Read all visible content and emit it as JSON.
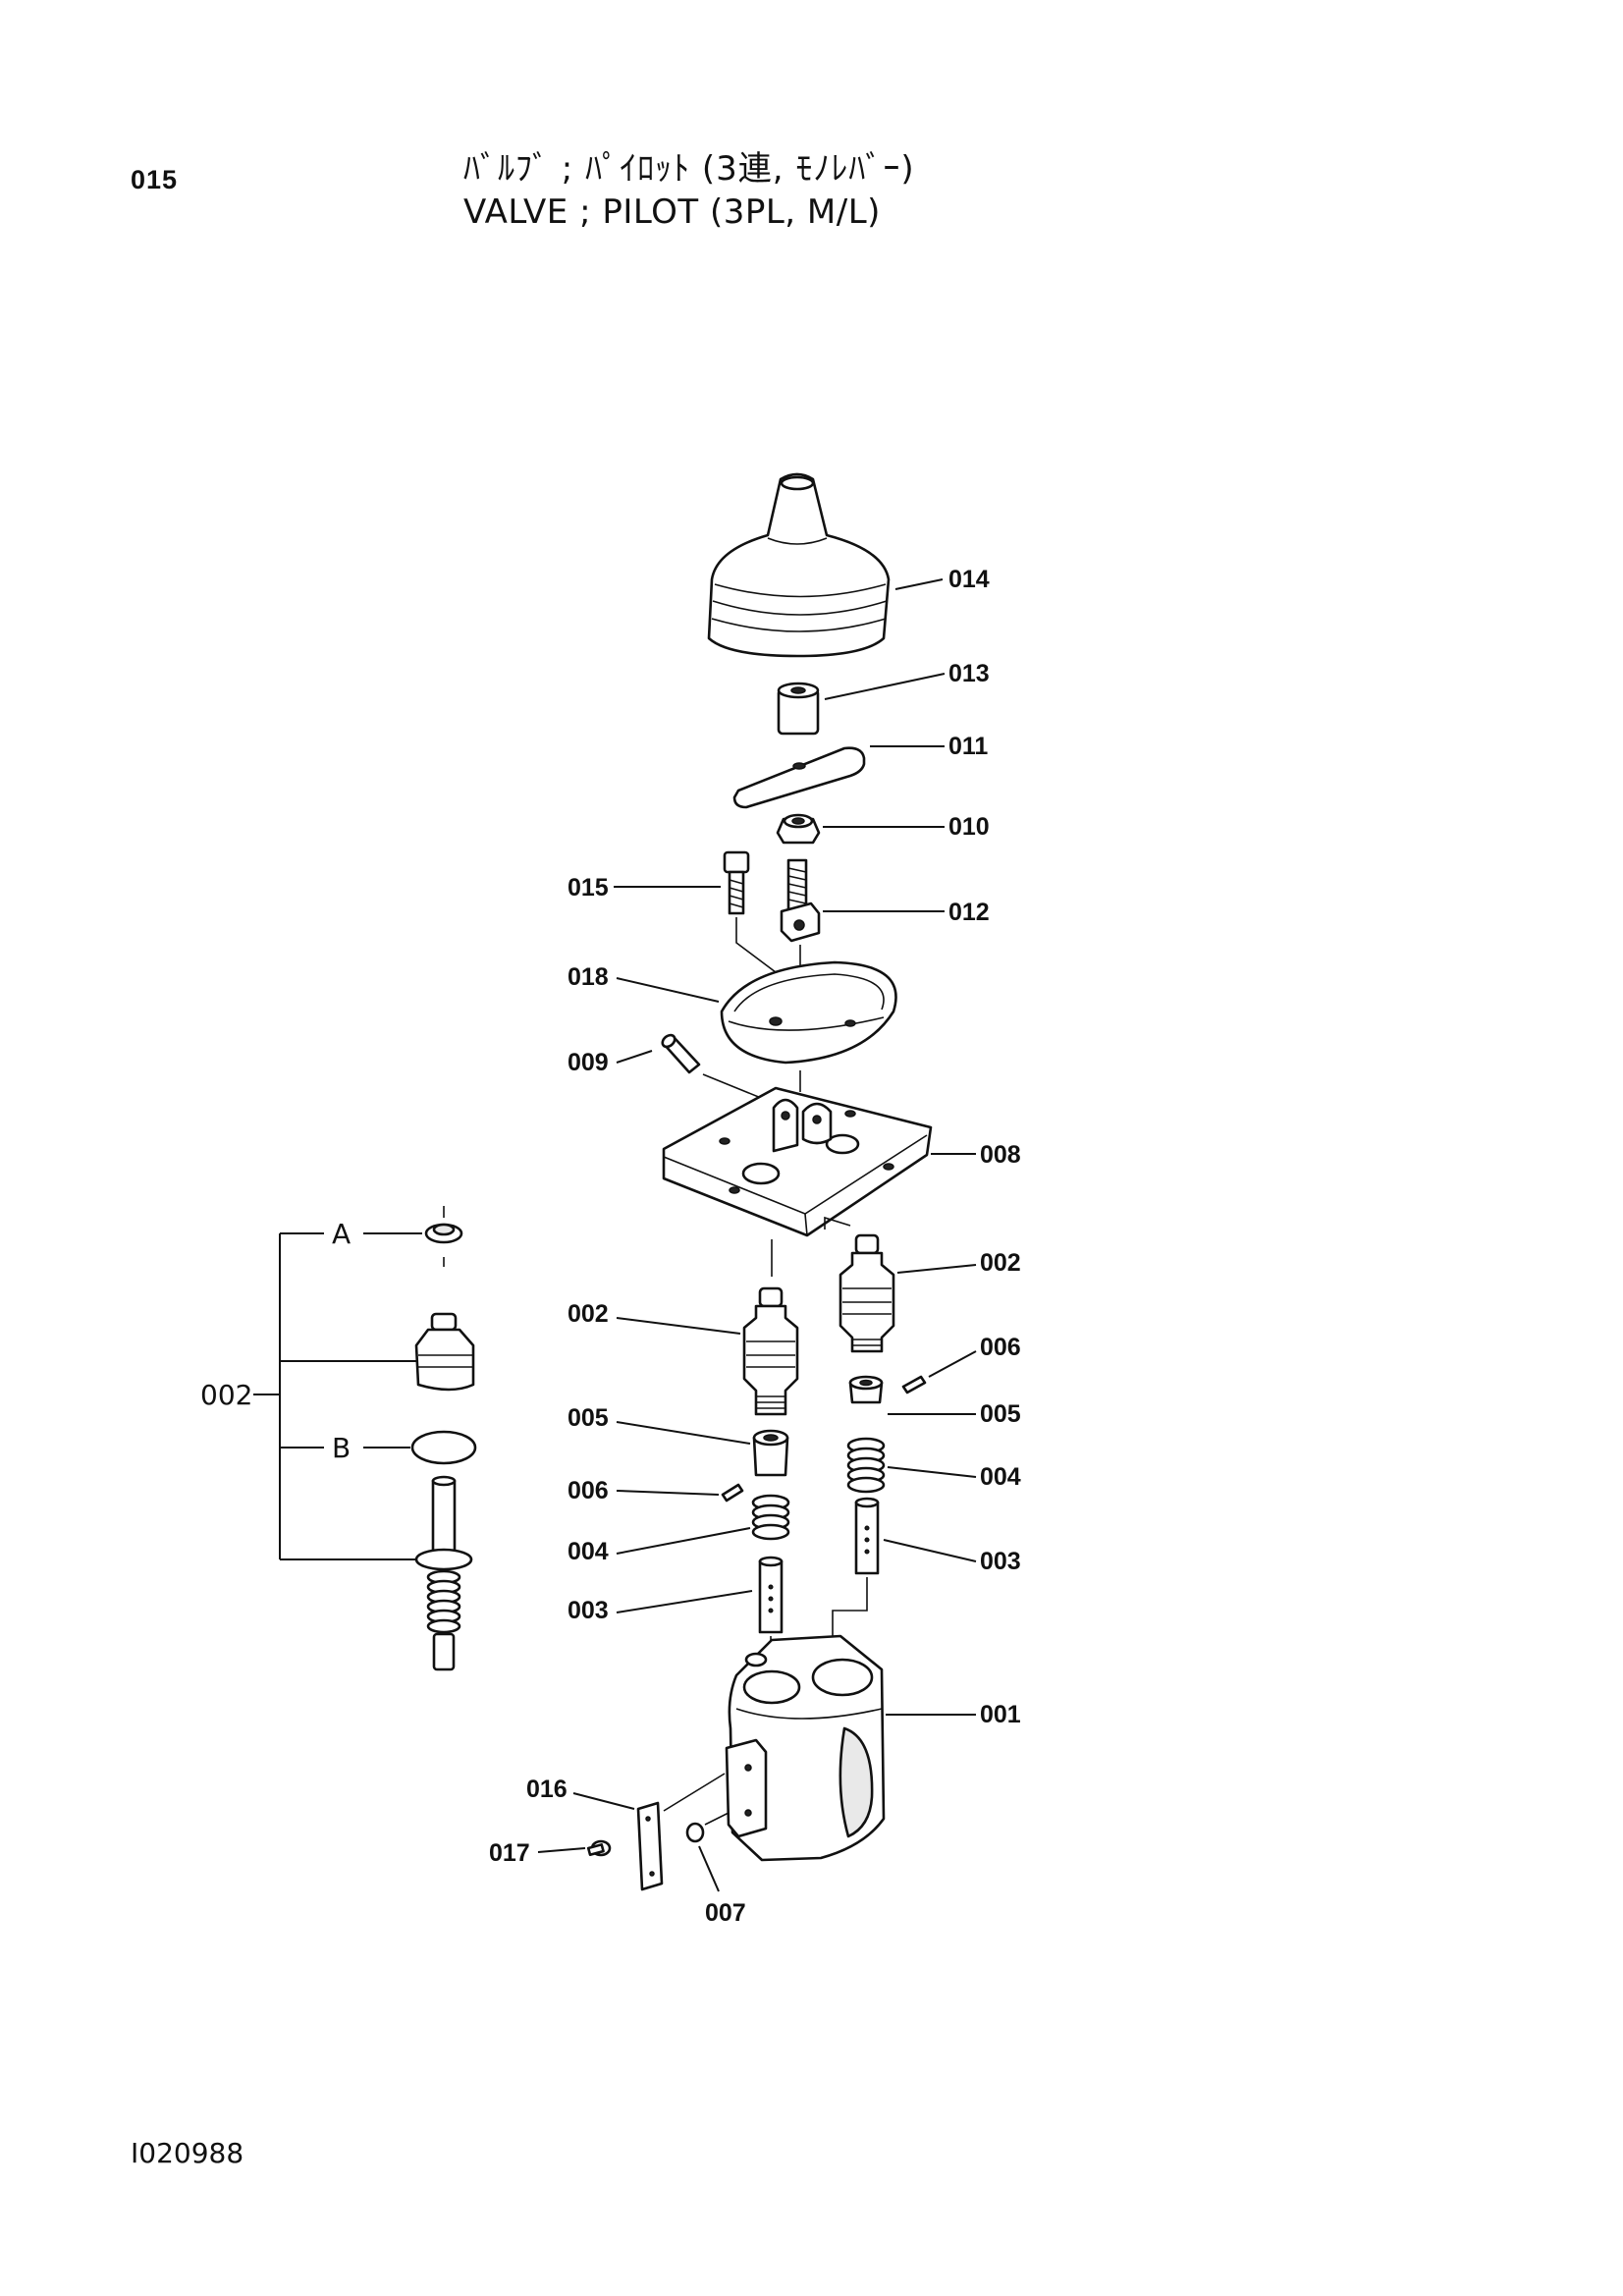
{
  "header": {
    "page_number": "015",
    "title_jp": "ﾊﾞﾙﾌﾞ ; ﾊﾟｲﾛｯﾄ (3連, ﾓﾉﾚﾊﾞｰ)",
    "title_en": "VALVE ; PILOT (3PL, M/L)"
  },
  "callouts": {
    "p014": "014",
    "p013": "013",
    "p011": "011",
    "p010": "010",
    "p015": "015",
    "p012": "012",
    "p018": "018",
    "p009": "009",
    "p008": "008",
    "p002_right": "002",
    "p002_left": "002",
    "p006_right": "006",
    "p005_left": "005",
    "p005_right": "005",
    "p006_left": "006",
    "p004_right": "004",
    "p004_left": "004",
    "p003_right": "003",
    "p003_left": "003",
    "p001": "001",
    "p016": "016",
    "p017": "017",
    "p007": "007"
  },
  "detail": {
    "group_label": "002",
    "sub_a": "A",
    "sub_b": "B"
  },
  "footer": {
    "doc_id": "I020988"
  }
}
